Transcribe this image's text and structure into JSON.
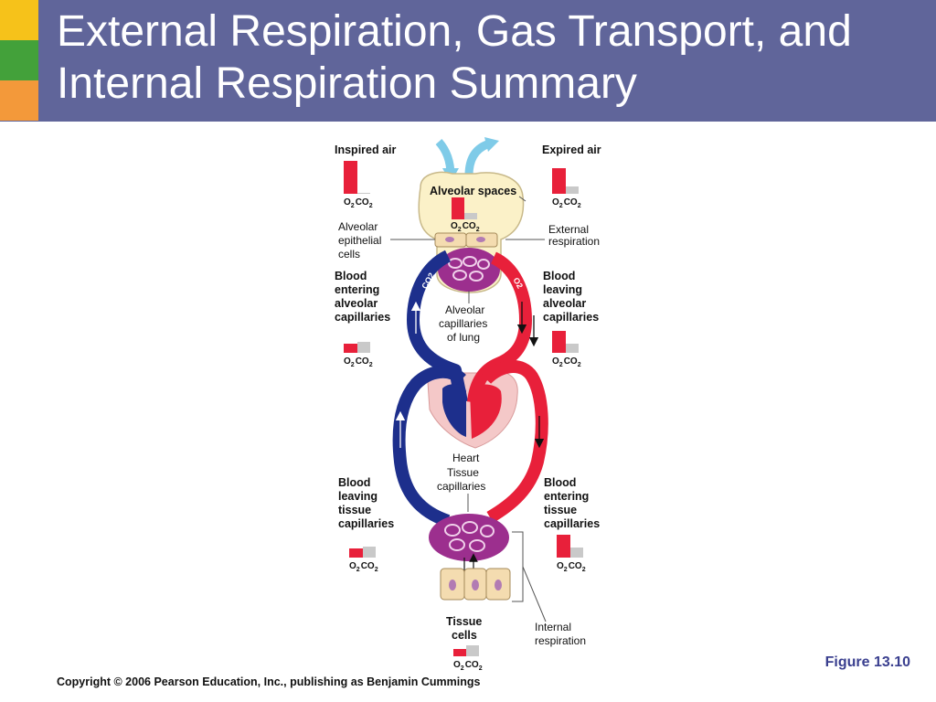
{
  "slide": {
    "title_line1": "External Respiration, Gas Transport, and",
    "title_line2": "Internal Respiration Summary",
    "figure": "Figure 13.10",
    "copyright": "Copyright © 2006 Pearson Education, Inc., publishing as Benjamin Cummings"
  },
  "colors": {
    "header": "#60659a",
    "square_yellow": "#f6c21a",
    "square_green": "#43a13a",
    "square_orange": "#f3993a",
    "oxygenated_blood": "#e8203a",
    "deoxygenated_blood": "#1d2f8c",
    "capillaries": "#9c2f8e",
    "alveoli": "#fbf1c8",
    "o2_bar": "#e8203a",
    "co2_bar": "#c9c9c9"
  },
  "diagram": {
    "inspired_air": "Inspired air",
    "expired_air": "Expired air",
    "alveolar_spaces": "Alveolar spaces",
    "alveolar_epithelial_cells": [
      "Alveolar",
      "epithelial",
      "cells"
    ],
    "external_respiration": [
      "External",
      "respiration"
    ],
    "blood_entering_alveolar": [
      "Blood",
      "entering",
      "alveolar",
      "capillaries"
    ],
    "blood_leaving_alveolar": [
      "Blood",
      "leaving",
      "alveolar",
      "capillaries"
    ],
    "alveolar_capillaries": [
      "Alveolar",
      "capillaries",
      "of lung"
    ],
    "heart": "Heart",
    "tissue_capillaries": [
      "Tissue",
      "capillaries"
    ],
    "blood_leaving_tissue": [
      "Blood",
      "leaving",
      "tissue",
      "capillaries"
    ],
    "blood_entering_tissue": [
      "Blood",
      "entering",
      "tissue",
      "capillaries"
    ],
    "tissue_cells": [
      "Tissue",
      "cells"
    ],
    "internal_respiration": [
      "Internal",
      "respiration"
    ],
    "co2_flow": "CO2",
    "o2_flow": "O2",
    "o2": "O",
    "co2": "CO",
    "subscript": "2"
  },
  "gas_levels": {
    "inspired_air": {
      "o2": "high",
      "co2": "very low"
    },
    "expired_air": {
      "o2": "high",
      "co2": "low"
    },
    "alveolar_spaces": {
      "o2": "high",
      "co2": "low"
    },
    "blood_entering_alveolar": {
      "o2": "low",
      "co2": "high"
    },
    "blood_leaving_alveolar": {
      "o2": "high",
      "co2": "low"
    },
    "blood_leaving_tissue": {
      "o2": "low",
      "co2": "high"
    },
    "blood_entering_tissue": {
      "o2": "high",
      "co2": "low"
    },
    "tissue_cells": {
      "o2": "low",
      "co2": "high"
    }
  }
}
